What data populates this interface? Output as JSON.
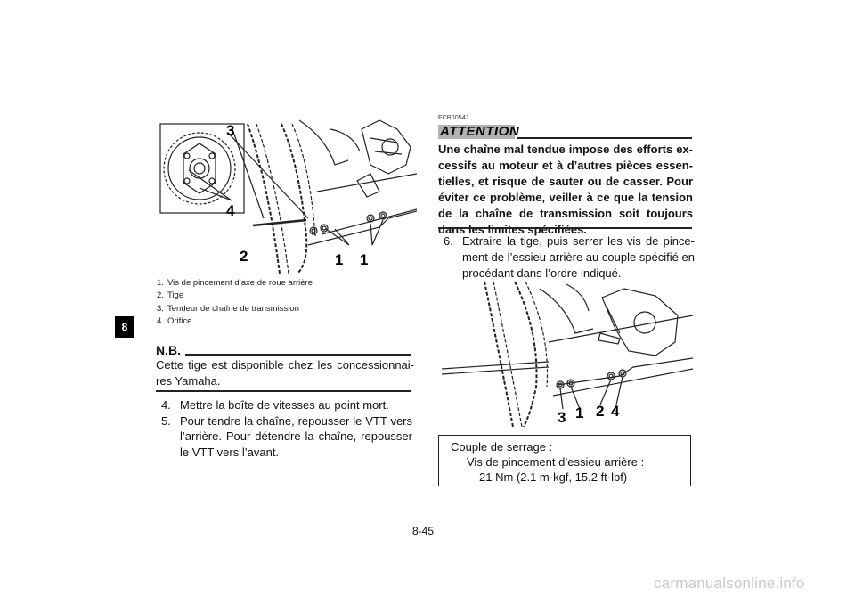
{
  "chapter": "8",
  "figure_left": {
    "callouts": {
      "c3": "3",
      "c4": "4",
      "c2": "2",
      "c1a": "1",
      "c1b": "1"
    }
  },
  "captions": [
    {
      "num": "1.",
      "text": "Vis de pincement d’axe de roue arrière"
    },
    {
      "num": "2.",
      "text": "Tige"
    },
    {
      "num": "3.",
      "text": "Tendeur de chaîne de transmission"
    },
    {
      "num": "4.",
      "text": "Orifice"
    }
  ],
  "note": {
    "title": "N.B.",
    "body": "Cette tige est disponible chez les concessionnai-res Yamaha."
  },
  "steps_left": [
    {
      "num": "4.",
      "text": "Mettre la boîte de vitesses au point mort."
    },
    {
      "num": "5.",
      "text": "Pour tendre la chaîne, repousser le VTT vers l’arrière. Pour détendre la chaîne, repousser le VTT vers l’avant."
    }
  ],
  "attention": {
    "code": "FCB00541",
    "label": "ATTENTION",
    "body": "Une chaîne mal tendue impose des efforts ex-cessifs au moteur et à d’autres pièces essen-tielles, et risque de sauter ou de casser. Pour éviter ce problème, veiller à ce que la tension de la chaîne de transmission soit toujours dans les limites spécifiées."
  },
  "steps_right": [
    {
      "num": "6.",
      "text": "Extraire la tige, puis serrer les vis de pince-ment de l’essieu arrière au couple spécifié en procédant dans l’ordre indiqué."
    }
  ],
  "figure_right": {
    "callouts": {
      "c3": "3",
      "c1": "1",
      "c2": "2",
      "c4": "4"
    }
  },
  "torque": {
    "title": "Couple de serrage :",
    "item": "Vis de pincement d’essieu arrière :",
    "value": "21 Nm (2.1 m·kgf, 15.2 ft·lbf)"
  },
  "page_number": "8-45",
  "watermark": "carmanualsonline.info"
}
